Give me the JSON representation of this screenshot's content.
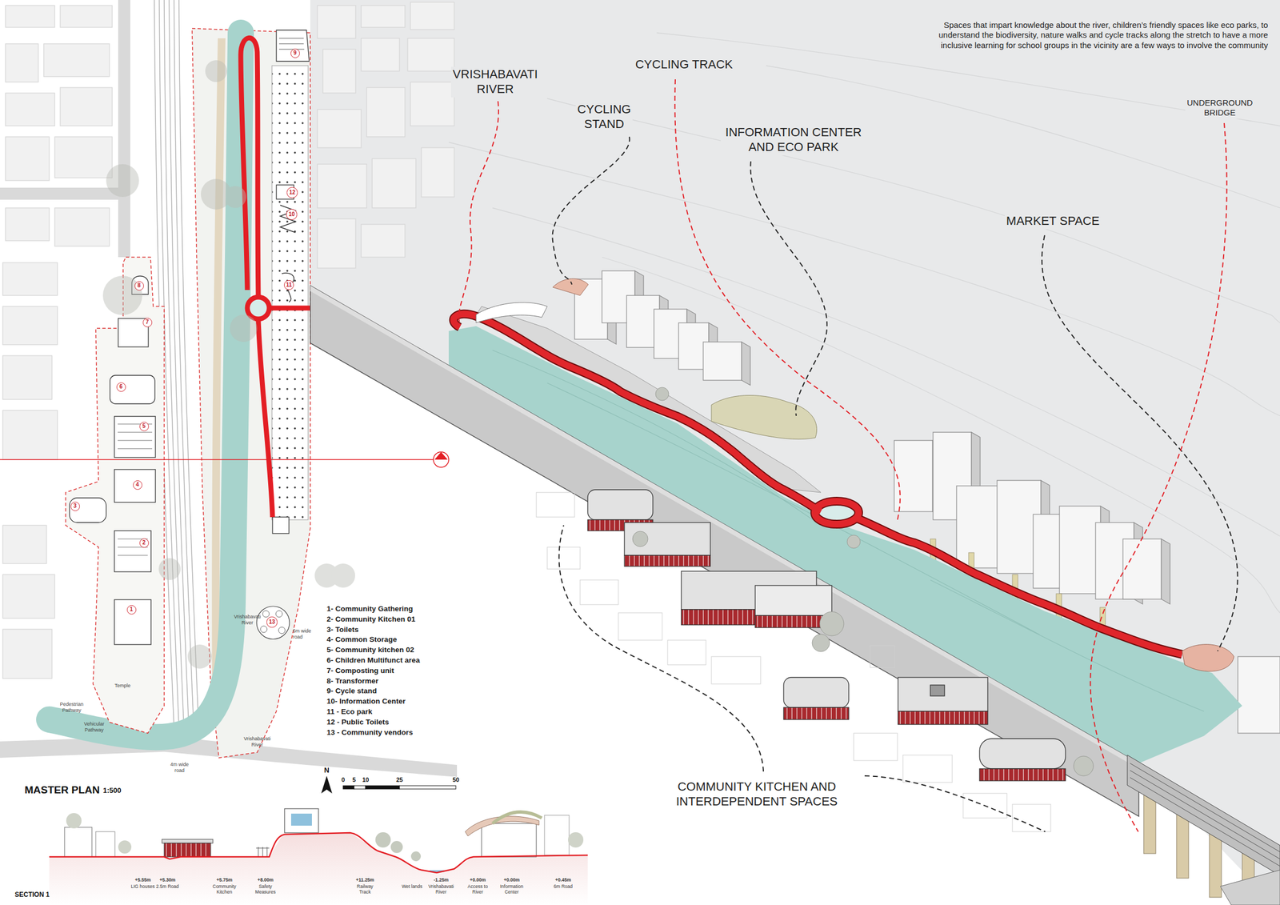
{
  "diagram": {
    "nodes": [
      {
        "text": [
          "1"
        ]
      },
      {
        "text": [
          "2"
        ]
      },
      {
        "text": [
          "3"
        ]
      },
      {
        "text": [
          "4"
        ]
      },
      {
        "text": [
          "5"
        ]
      },
      {
        "text": [
          "6"
        ]
      },
      {
        "text": [
          "7"
        ]
      },
      {
        "text": [
          "8"
        ]
      },
      {
        "text": [
          "9"
        ]
      },
      {
        "text": [
          "10"
        ]
      },
      {
        "text": [
          "11"
        ]
      },
      {
        "text": [
          "12"
        ]
      },
      {
        "text": [
          "13"
        ]
      }
    ],
    "labels": [
      "Spaces that impart knowledge about the river, children’s friendly spaces like eco parks, to understand the biodiversity, nature walks and cycle tracks along the stretch to have a more inclusive learning for school groups in the vicinity are a few ways to involve the community",
      "VRISHABAVATI RIVER",
      "CYCLING TRACK",
      "CYCLING STAND",
      "INFORMATION CENTER AND ECO PARK",
      "MARKET SPACE",
      "UNDERGROUND BRIDGE",
      "COMMUNITY KITCHEN AND INTERDEPENDENT SPACES",
      "1- Community Gathering",
      "2- Community Kitchen 01",
      "3- Toilets",
      "4- Common Storage",
      "5- Community kitchen 02",
      "6- Children Multifunct area",
      "7- Composting unit",
      "8- Transformer",
      "9- Cycle stand",
      "10- Information Center",
      "11 - Eco park",
      "12 - Public Toilets",
      "13 - Community vendors",
      "MASTER PLAN",
      "1:500",
      "N",
      "0",
      "5",
      "10",
      "25",
      "50",
      "SECTION 1",
      "+5.55m",
      "+5.30m",
      "+5.75m",
      "+8.00m",
      "+11.25m",
      "-1.25m",
      "+0.00m",
      "+0.00m",
      "+0.45m",
      "LIG houses",
      "2.5m Road",
      "Community Kitchen",
      "Safety Measures",
      "Railway Track",
      "Wet lands",
      "Vrishabavati River",
      "Access to River",
      "Information Center",
      "6m Road",
      "Pedestrian Pathway",
      "Vehicular Pathway",
      "Temple",
      "6m wide road",
      "4m wide road",
      "Vrishabavati River",
      "Vrishabavati River"
    ]
  }
}
